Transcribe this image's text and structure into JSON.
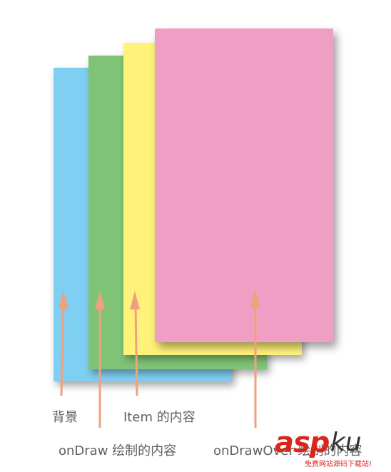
{
  "cards": [
    {
      "name": "background-card",
      "color": "#7fcff2"
    },
    {
      "name": "ondraw-content-card",
      "color": "#7fc476"
    },
    {
      "name": "item-content-card",
      "color": "#fff27a"
    },
    {
      "name": "ondrawover-content-card",
      "color": "#ef9fc3"
    }
  ],
  "arrow_color": "#f0a07e",
  "labels": {
    "background": "背景",
    "item_content": "Item 的内容",
    "ondraw_content": "onDraw 绘制的内容",
    "ondrawover_content": "onDrawOver 绘制的内容"
  },
  "watermark": {
    "brand_main": "asp",
    "brand_tail": "ku",
    "tagline": "免费网站源码下载站!",
    "main_color": "#d9251c"
  }
}
